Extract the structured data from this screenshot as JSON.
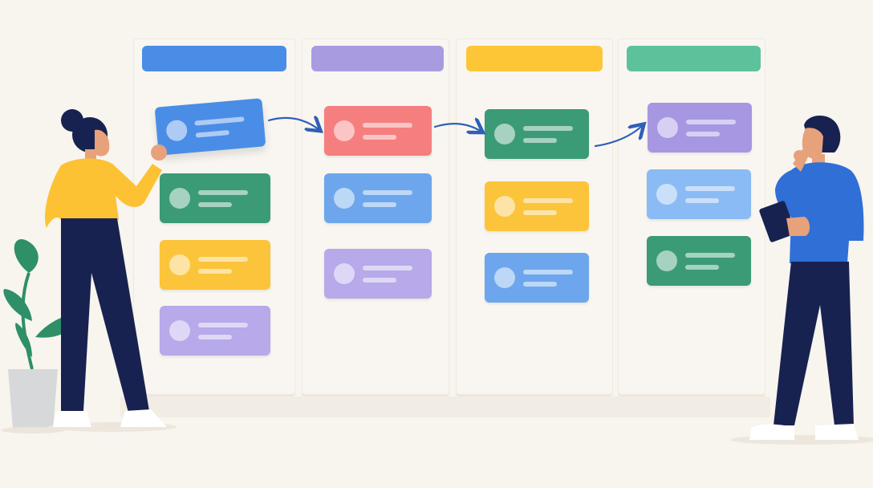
{
  "colors": {
    "background": "#f8f4ee",
    "blue": "#4a8de6",
    "purple": "#a99be0",
    "yellow": "#fcc637",
    "green": "#5dc29c",
    "card_blue": "#4a8de6",
    "card_green": "#3b9b76",
    "card_yellow": "#fbc43a",
    "card_lavender": "#b7a9ea",
    "card_red": "#f57f7e",
    "card_lightblue": "#6da6ec",
    "card_violet": "#a797e2",
    "card_paleblue": "#8bbbf4",
    "arrow": "#2f5fb8",
    "person_shirt_yellow": "#fcc234",
    "person_shirt_blue": "#2f6fd6",
    "pants": "#182250",
    "plant": "#2f8f67"
  },
  "board": {
    "columns": [
      {
        "name": "column-1",
        "header_color": "#4a8de6",
        "cards": [
          "card_green",
          "card_yellow",
          "card_lavender"
        ],
        "dragged_card": "card_blue"
      },
      {
        "name": "column-2",
        "header_color": "#a99be0",
        "cards": [
          "card_red",
          "card_lightblue",
          "card_lavender"
        ]
      },
      {
        "name": "column-3",
        "header_color": "#fcc637",
        "cards": [
          "card_green",
          "card_yellow",
          "card_lightblue"
        ]
      },
      {
        "name": "column-4",
        "header_color": "#5dc29c",
        "cards": [
          "card_violet",
          "card_paleblue",
          "card_green"
        ]
      }
    ]
  },
  "icons": {
    "arrow": "arrow-right-icon",
    "plant": "potted-plant-icon",
    "tablet": "tablet-icon"
  }
}
